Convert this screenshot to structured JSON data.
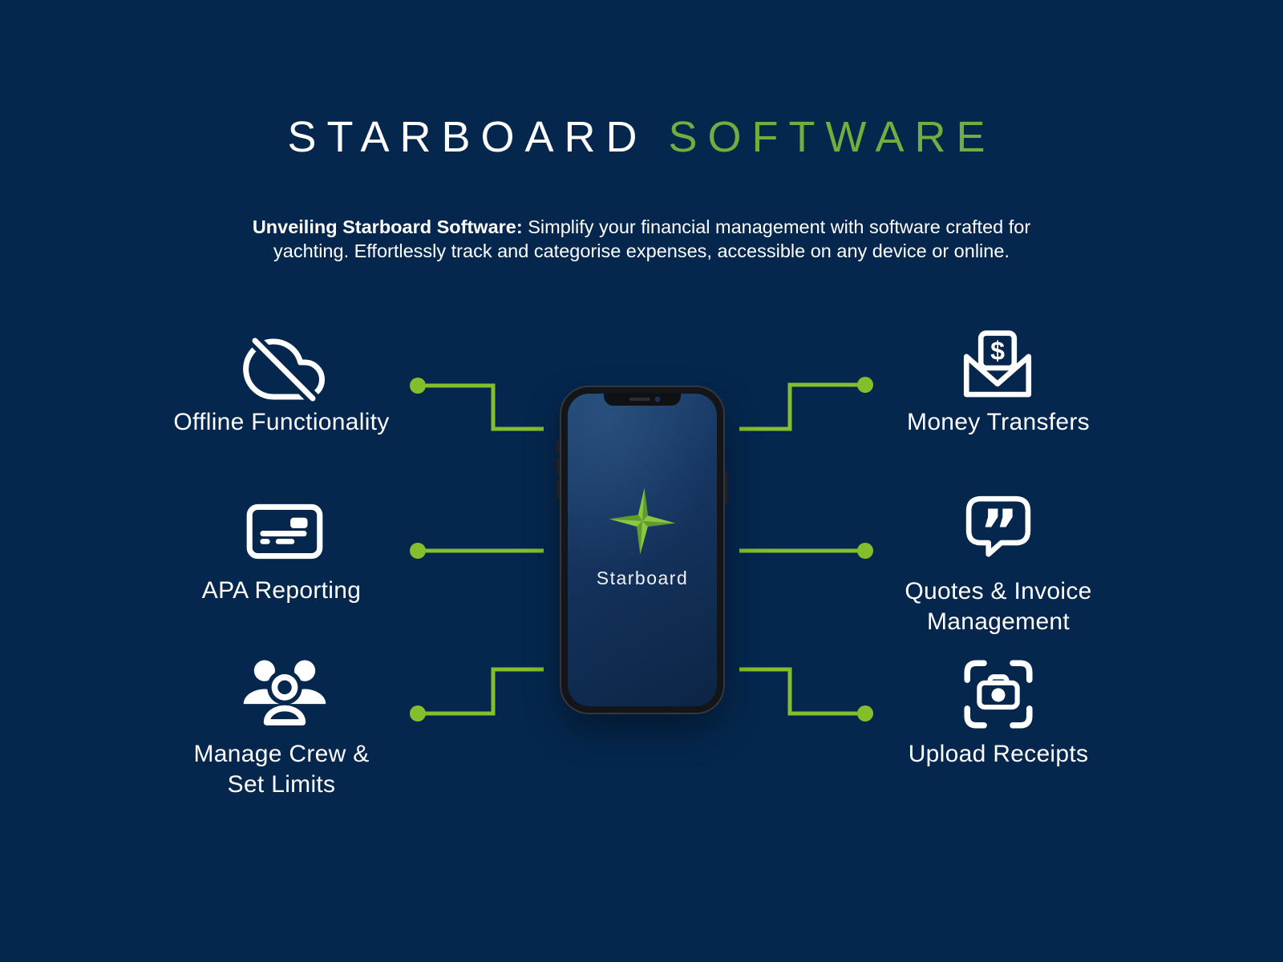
{
  "page": {
    "background_color": "#05274E",
    "line_green": "#84BE2D",
    "title_green": "#6FAE3F",
    "star_green_light": "#8DC63F",
    "star_green_dark": "#5D9C2D",
    "text_color": "#FFFFFF"
  },
  "title": {
    "part1": "STARBOARD",
    "part2": "SOFTWARE"
  },
  "intro": {
    "bold": "Unveiling Starboard Software:",
    "line1_rest": "Simplify your financial management with software crafted for",
    "line2": "yachting. Effortlessly track and categorise expenses, accessible on any device or online."
  },
  "features": [
    {
      "side": "left",
      "icon": "cloud-offline-icon",
      "label": "Offline Functionality"
    },
    {
      "side": "left",
      "icon": "credit-card-icon",
      "label": "APA Reporting"
    },
    {
      "side": "left",
      "icon": "crew-group-icon",
      "label": "Manage Crew &\nSet Limits"
    },
    {
      "side": "right",
      "icon": "money-transfer-icon",
      "label": "Money Transfers"
    },
    {
      "side": "right",
      "icon": "quotes-invoice-icon",
      "label": "Quotes & Invoice\nManagement"
    },
    {
      "side": "right",
      "icon": "upload-receipt-icon",
      "label": "Upload Receipts"
    }
  ],
  "icon_glyphs": {
    "money_symbol": "$",
    "quote_glyph": "”"
  },
  "phone": {
    "logo_text": "Starboard"
  }
}
